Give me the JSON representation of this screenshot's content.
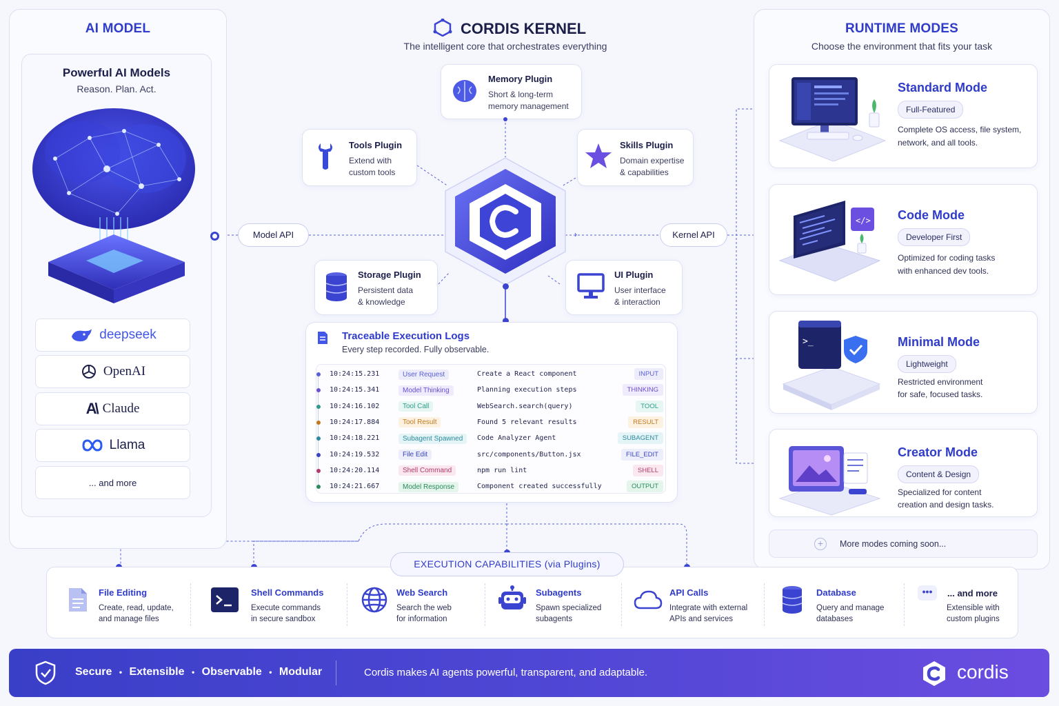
{
  "ai_model": {
    "section_title": "AI MODEL",
    "card_title": "Powerful AI Models",
    "card_subtitle": "Reason. Plan. Act.",
    "models": [
      "deepseek",
      "OpenAI",
      "Claude",
      "Llama",
      "... and more"
    ]
  },
  "kernel": {
    "title": "CORDIS KERNEL",
    "subtitle": "The intelligent core that orchestrates everything",
    "model_api": "Model API",
    "kernel_api": "Kernel API",
    "plugins": {
      "memory": {
        "title": "Memory Plugin",
        "desc1": "Short & long-term",
        "desc2": "memory management"
      },
      "tools": {
        "title": "Tools Plugin",
        "desc1": "Extend with",
        "desc2": "custom tools"
      },
      "skills": {
        "title": "Skills Plugin",
        "desc1": "Domain expertise",
        "desc2": "& capabilities"
      },
      "storage": {
        "title": "Storage Plugin",
        "desc1": "Persistent data",
        "desc2": "& knowledge"
      },
      "ui": {
        "title": "UI Plugin",
        "desc1": "User interface",
        "desc2": "& interaction"
      }
    }
  },
  "logs": {
    "title": "Traceable Execution Logs",
    "subtitle": "Every step recorded. Fully observable.",
    "rows": [
      {
        "ts": "10:24:15.231",
        "event": "User Request",
        "msg": "Create a React component",
        "badge": "INPUT",
        "color": "#5b5fd6",
        "bg": "#ececfb"
      },
      {
        "ts": "10:24:15.341",
        "event": "Model Thinking",
        "msg": "Planning execution steps",
        "badge": "THINKING",
        "color": "#6a4fd0",
        "bg": "#efeafc"
      },
      {
        "ts": "10:24:16.102",
        "event": "Tool Call",
        "msg": "WebSearch.search(query)",
        "badge": "TOOL",
        "color": "#2e9b8a",
        "bg": "#e6f6f2"
      },
      {
        "ts": "10:24:17.884",
        "event": "Tool Result",
        "msg": "Found 5 relevant results",
        "badge": "RESULT",
        "color": "#c07a1c",
        "bg": "#fdf2e2"
      },
      {
        "ts": "10:24:18.221",
        "event": "Subagent Spawned",
        "msg": "Code Analyzer Agent",
        "badge": "SUBAGENT",
        "color": "#2d8a9c",
        "bg": "#e4f4f7"
      },
      {
        "ts": "10:24:19.532",
        "event": "File Edit",
        "msg": "src/components/Button.jsx",
        "badge": "FILE_EDIT",
        "color": "#3a44c0",
        "bg": "#eceefb"
      },
      {
        "ts": "10:24:20.114",
        "event": "Shell Command",
        "msg": "npm run lint",
        "badge": "SHELL",
        "color": "#b03a6a",
        "bg": "#fbe8ef"
      },
      {
        "ts": "10:24:21.667",
        "event": "Model Response",
        "msg": "Component created successfully",
        "badge": "OUTPUT",
        "color": "#2b8a5c",
        "bg": "#e4f5ec"
      }
    ]
  },
  "runtime": {
    "section_title": "RUNTIME MODES",
    "subtitle": "Choose the environment that fits your task",
    "modes": [
      {
        "title": "Standard Mode",
        "tag": "Full-Featured",
        "desc1": "Complete OS access, file system,",
        "desc2": "network, and all tools."
      },
      {
        "title": "Code Mode",
        "tag": "Developer First",
        "desc1": "Optimized for coding tasks",
        "desc2": "with enhanced dev tools."
      },
      {
        "title": "Minimal Mode",
        "tag": "Lightweight",
        "desc1": "Restricted environment",
        "desc2": "for safe, focused tasks."
      },
      {
        "title": "Creator Mode",
        "tag": "Content & Design",
        "desc1": "Specialized for content",
        "desc2": "creation and design tasks."
      }
    ],
    "more": "More modes coming soon..."
  },
  "capabilities": {
    "title": "EXECUTION CAPABILITIES (via Plugins)",
    "items": [
      {
        "title": "File Editing",
        "desc1": "Create, read, update,",
        "desc2": "and manage files"
      },
      {
        "title": "Shell Commands",
        "desc1": "Execute commands",
        "desc2": "in secure sandbox"
      },
      {
        "title": "Web Search",
        "desc1": "Search the web",
        "desc2": "for information"
      },
      {
        "title": "Subagents",
        "desc1": "Spawn specialized",
        "desc2": "subagents"
      },
      {
        "title": "API Calls",
        "desc1": "Integrate with external",
        "desc2": "APIs and services"
      },
      {
        "title": "Database",
        "desc1": "Query and manage",
        "desc2": "databases"
      },
      {
        "title": "... and more",
        "desc1": "Extensible with",
        "desc2": "custom plugins"
      }
    ]
  },
  "footer": {
    "tag1": "Secure",
    "tag2": "Extensible",
    "tag3": "Observable",
    "tag4": "Modular",
    "tagline": "Cordis makes AI agents powerful, transparent, and adaptable.",
    "brand": "cordis"
  },
  "colors": {
    "accent": "#2f3bc9",
    "footer_start": "#3a3fc8",
    "footer_end": "#6b4de0"
  }
}
